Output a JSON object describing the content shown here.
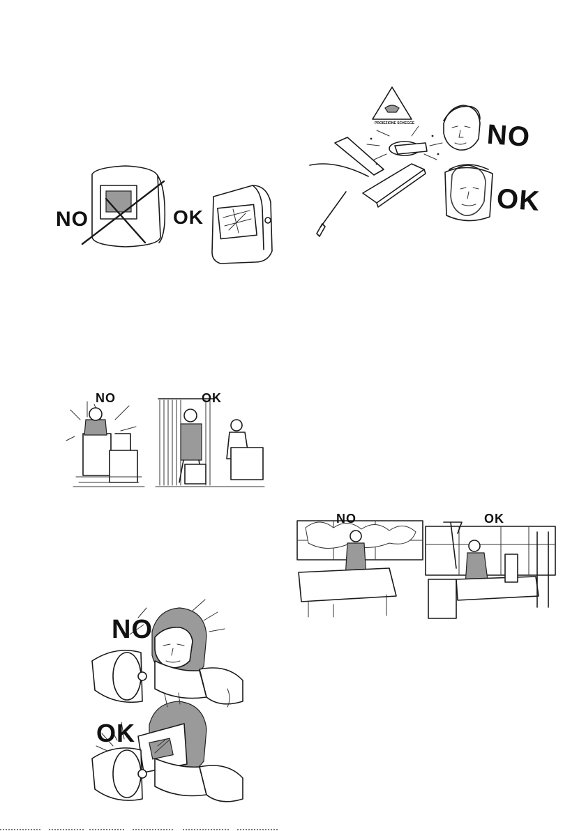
{
  "panels": {
    "mask": {
      "no": "NO",
      "ok": "OK"
    },
    "grinding": {
      "no": "NO",
      "ok": "OK",
      "sign_text": "PROIEZIONE SCHEGGE"
    },
    "curtain": {
      "no": "NO",
      "ok": "OK"
    },
    "workshop": {
      "no": "NO",
      "ok": "OK"
    },
    "welder": {
      "no": "NO",
      "ok": "OK"
    }
  }
}
